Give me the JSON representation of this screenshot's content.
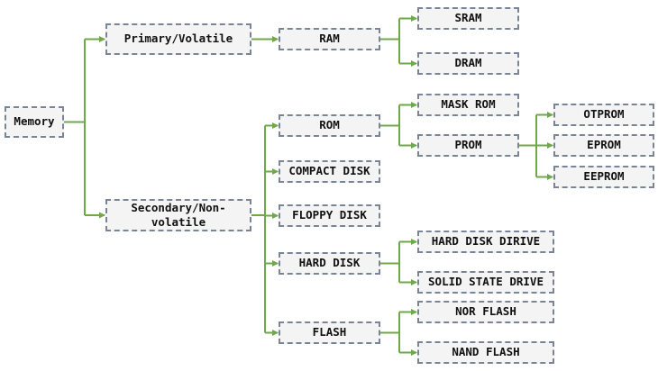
{
  "diagram": {
    "line_color": "#6fa84a",
    "nodes": {
      "memory": "Memory",
      "primary": "Primary/Volatile",
      "secondary": "Secondary/Non-volatile",
      "ram": "RAM",
      "sram": "SRAM",
      "dram": "DRAM",
      "rom": "ROM",
      "mask_rom": "MASK ROM",
      "prom": "PROM",
      "otprom": "OTPROM",
      "eprom": "EPROM",
      "eeprom": "EEPROM",
      "compact_disk": "COMPACT DISK",
      "floppy_disk": "FLOPPY DISK",
      "hard_disk": "HARD DISK",
      "hard_disk_drive": "HARD DISK DIRIVE",
      "solid_state_drive": "SOLID STATE DRIVE",
      "flash": "FLASH",
      "nor_flash": "NOR FLASH",
      "nand_flash": "NAND FLASH"
    }
  }
}
